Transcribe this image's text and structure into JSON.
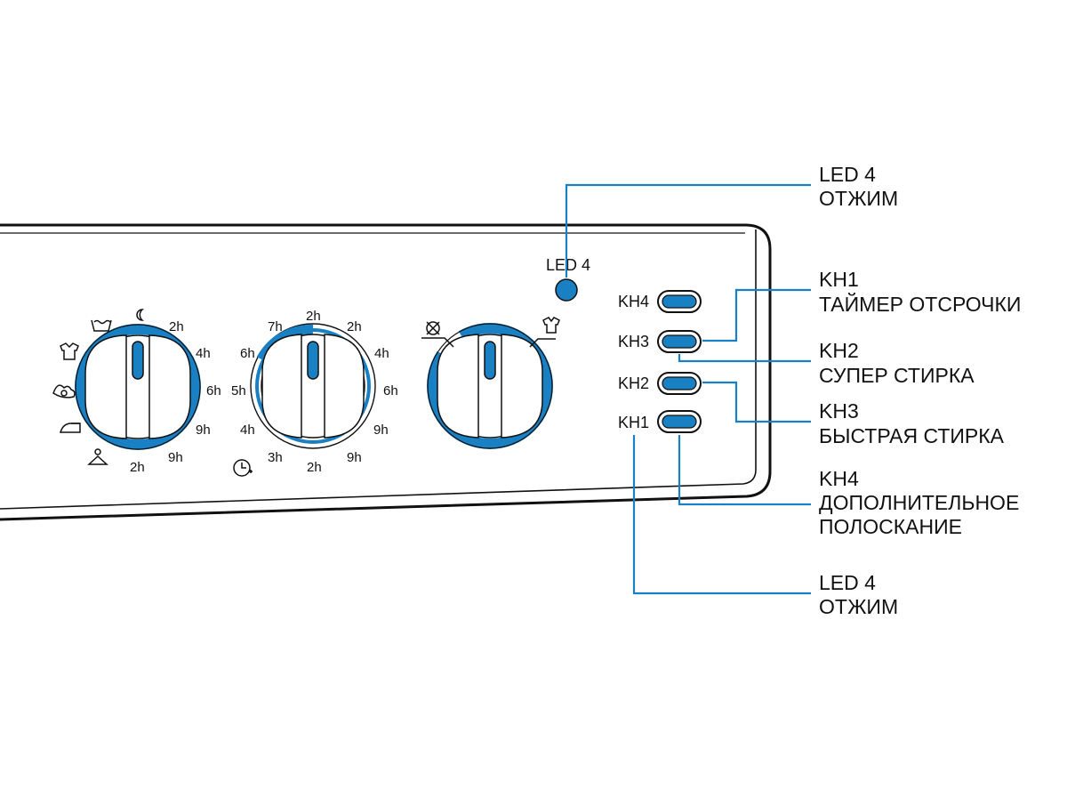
{
  "colors": {
    "accent": "#1a80c4",
    "outline": "#111111",
    "background": "#ffffff"
  },
  "panel": {
    "led_label": "LED 4",
    "buttons": [
      {
        "label": "KH4"
      },
      {
        "label": "KH3"
      },
      {
        "label": "KH2"
      },
      {
        "label": "KH1"
      }
    ]
  },
  "dials": {
    "left": {
      "icons": [
        "wash-tub-icon",
        "moon-icon",
        "shirt-icon",
        "wool-icon",
        "iron-icon",
        "hanger-icon"
      ],
      "labels": [
        "2h",
        "4h",
        "6h",
        "9h",
        "9h",
        "2h"
      ]
    },
    "middle": {
      "labels": [
        "2h",
        "2h",
        "4h",
        "6h",
        "9h",
        "9h",
        "2h",
        "3h",
        "4h",
        "5h",
        "6h",
        "7h"
      ],
      "icons": [
        "clock-timer-icon"
      ]
    },
    "right": {
      "icons": [
        "no-spin-icon",
        "shirt-spin-icon"
      ]
    }
  },
  "callouts": [
    {
      "lines": [
        "LED 4",
        "ОТЖИМ"
      ]
    },
    {
      "lines": [
        "KH1",
        "ТАЙМЕР ОТСРОЧКИ"
      ]
    },
    {
      "lines": [
        "KH2",
        "СУПЕР СТИРКА"
      ]
    },
    {
      "lines": [
        "KH3",
        "БЫСТРАЯ СТИРКА"
      ]
    },
    {
      "lines": [
        "KH4",
        "ДОПОЛНИТЕЛЬНОЕ",
        "ПОЛОСКАНИЕ"
      ]
    },
    {
      "lines": [
        "LED 4",
        "ОТЖИМ"
      ]
    }
  ]
}
